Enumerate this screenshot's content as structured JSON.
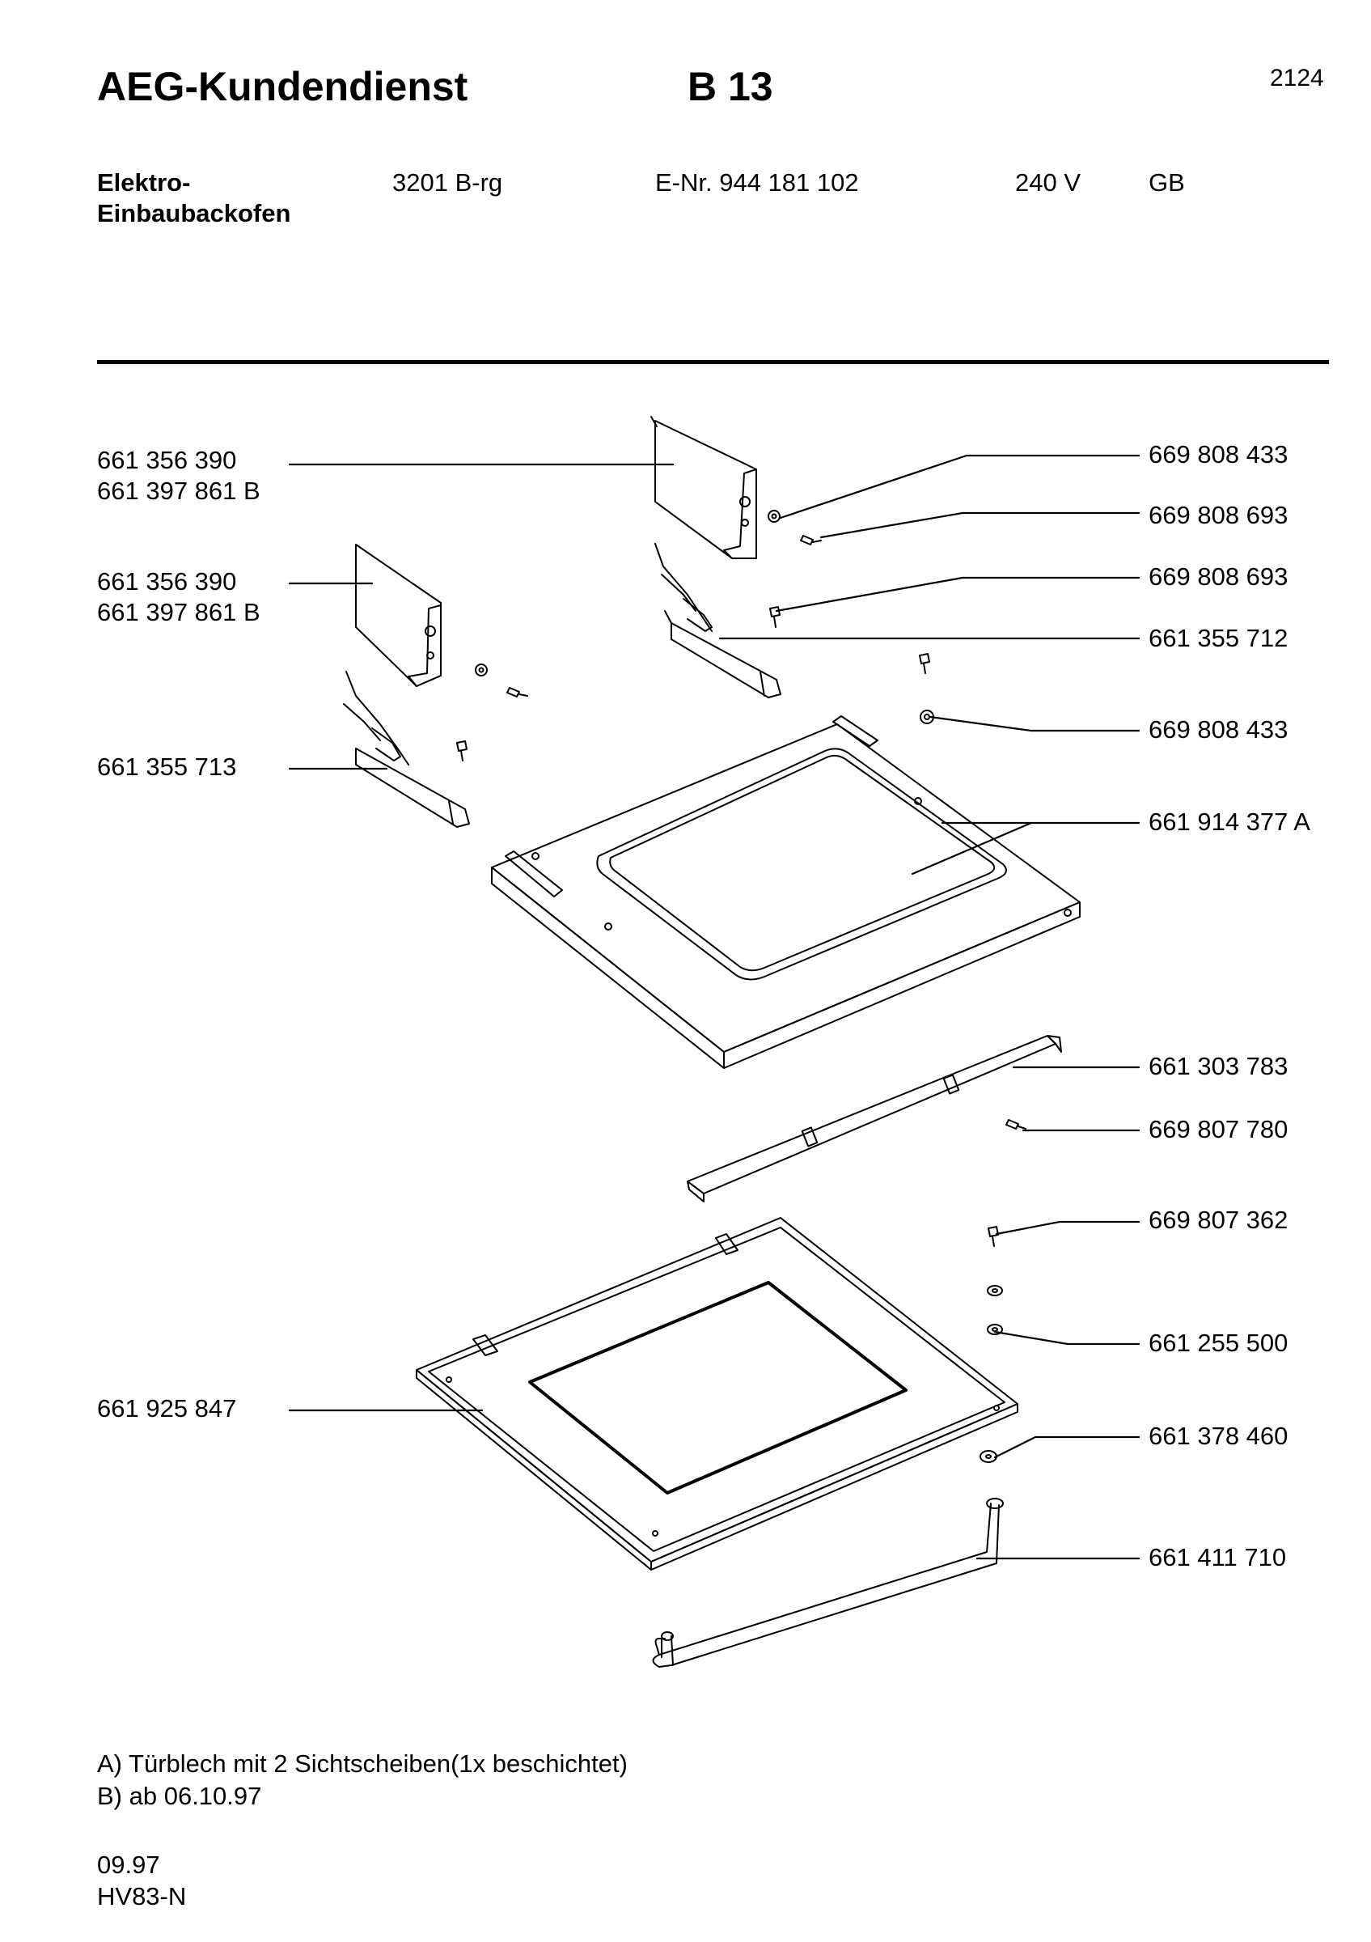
{
  "header": {
    "brand": "AEG-Kundendienst",
    "model": "B 13",
    "page_number": "2124"
  },
  "product": {
    "type_line1": "Elektro-",
    "type_line2": "Einbaubackofen",
    "model_code": "3201 B-rg",
    "e_nr": "E-Nr. 944 181 102",
    "voltage": "240 V",
    "country": "GB"
  },
  "left_labels": [
    {
      "lines": [
        "661 356 390",
        "661 397 861 B"
      ]
    },
    {
      "lines": [
        "661 356 390",
        "661 397 861 B"
      ]
    },
    {
      "lines": [
        "661 355 713"
      ]
    },
    {
      "lines": [
        "661 925 847"
      ]
    }
  ],
  "right_labels": [
    "669 808 433",
    "669 808 693",
    "669 808 693",
    "661 355 712",
    "669 808 433",
    "661 914 377 A",
    "661 303 783",
    "669 807 780",
    "669 807 362",
    "661 255 500",
    "661 378 460",
    "661 411 710"
  ],
  "notes": [
    "A) Türblech mit 2 Sichtscheiben(1x beschichtet)",
    "B) ab 06.10.97"
  ],
  "footer": {
    "date": "09.97",
    "code": "HV83-N"
  }
}
